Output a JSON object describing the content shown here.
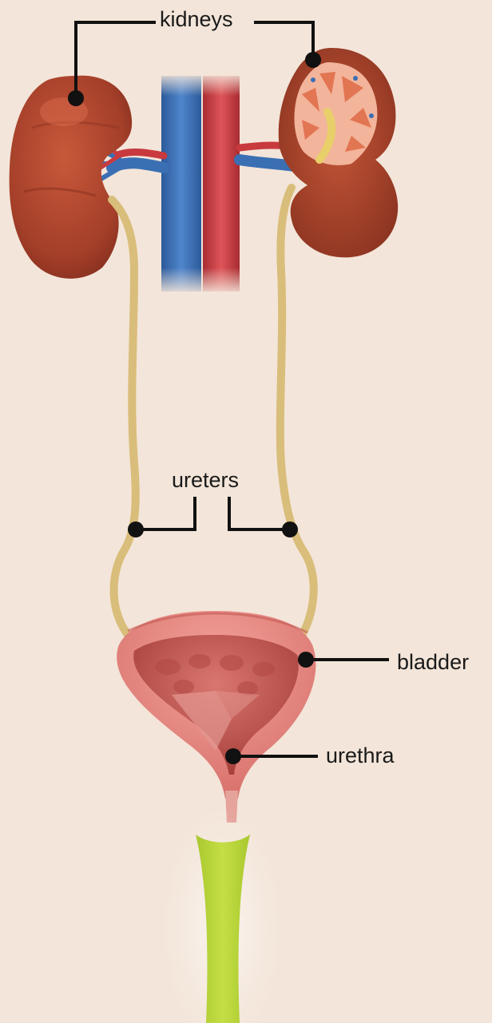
{
  "labels": {
    "kidneys": "kidneys",
    "ureters": "ureters",
    "bladder": "bladder",
    "urethra": "urethra"
  },
  "colors": {
    "background": "#f3e5d9",
    "kidney": "#b1472f",
    "kidney_cortex": "#f2b49b",
    "vein": "#3a6fb4",
    "artery": "#c83a3e",
    "ureter": "#d9bd7a",
    "bladder_wall": "#e88b86",
    "bladder_inner": "#c24f4b",
    "urine_stream": "#b8d53a",
    "leader_line": "#111111"
  }
}
